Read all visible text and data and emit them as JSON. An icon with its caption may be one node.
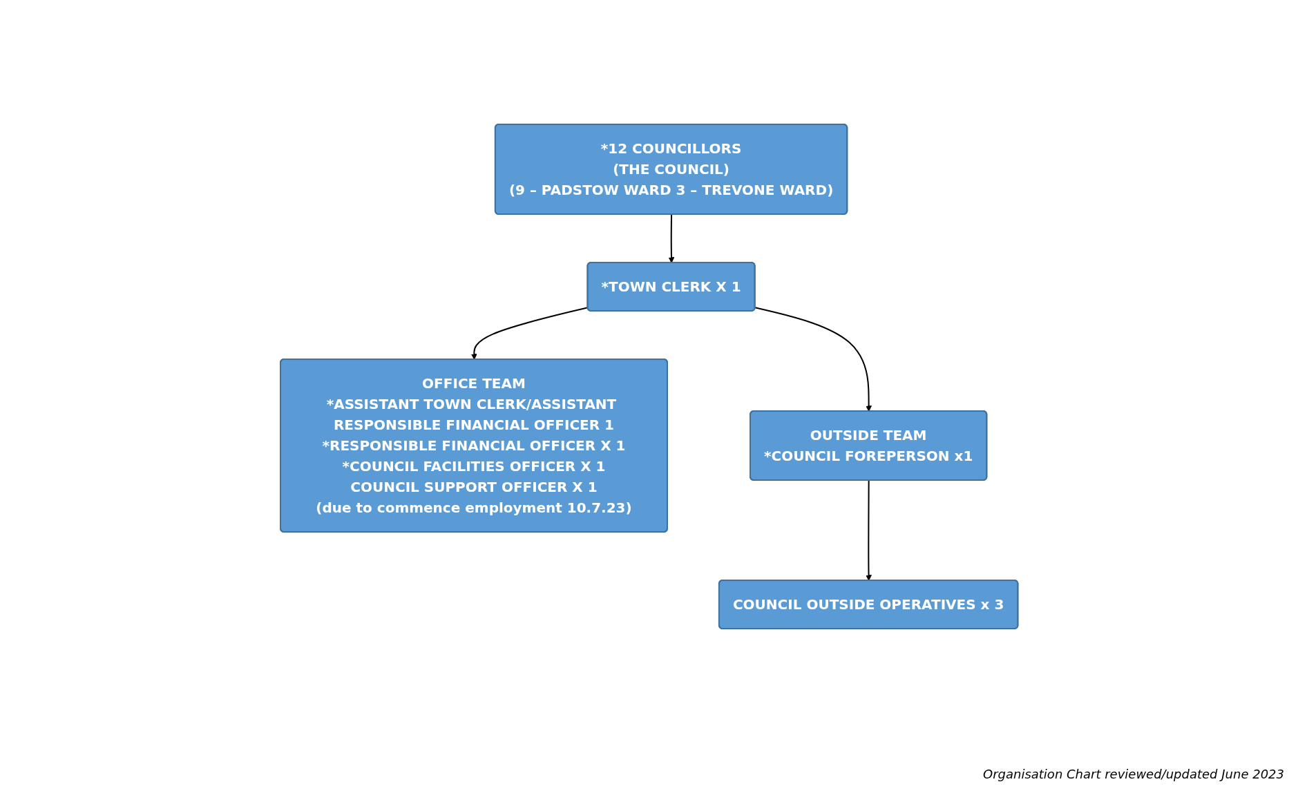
{
  "diagram": {
    "nodes": [
      {
        "text": [
          "*12 COUNCILLORS",
          "(THE COUNCIL)",
          "(9 – PADSTOW WARD 3 – TREVONE WARD)"
        ]
      },
      {
        "text": [
          "*TOWN CLERK X 1"
        ]
      },
      {
        "text": [
          "OFFICE TEAM",
          "*ASSISTANT TOWN CLERK/ASSISTANT RESPONSIBLE FINANCIAL OFFICER 1",
          "*RESPONSIBLE FINANCIAL OFFICER X 1",
          "*COUNCIL FACILITIES OFFICER X 1",
          "COUNCIL SUPPORT OFFICER X 1",
          "(due to commence employment 10.7.23)"
        ]
      },
      {
        "text": [
          "OUTSIDE TEAM",
          "*COUNCIL FOREPERSON x1"
        ]
      },
      {
        "text": [
          "COUNCIL OUTSIDE OPERATIVES x 3"
        ]
      }
    ],
    "edges": [
      {
        "from": 0,
        "to": 1,
        "arrow": "to"
      },
      {
        "from": 1,
        "to": 2,
        "arrow": "to"
      },
      {
        "from": 1,
        "to": 3,
        "arrow": "to"
      },
      {
        "from": 3,
        "to": 4,
        "arrow": "to"
      }
    ],
    "labels": [
      "Organisation Chart reviewed/updated June 2023"
    ]
  }
}
